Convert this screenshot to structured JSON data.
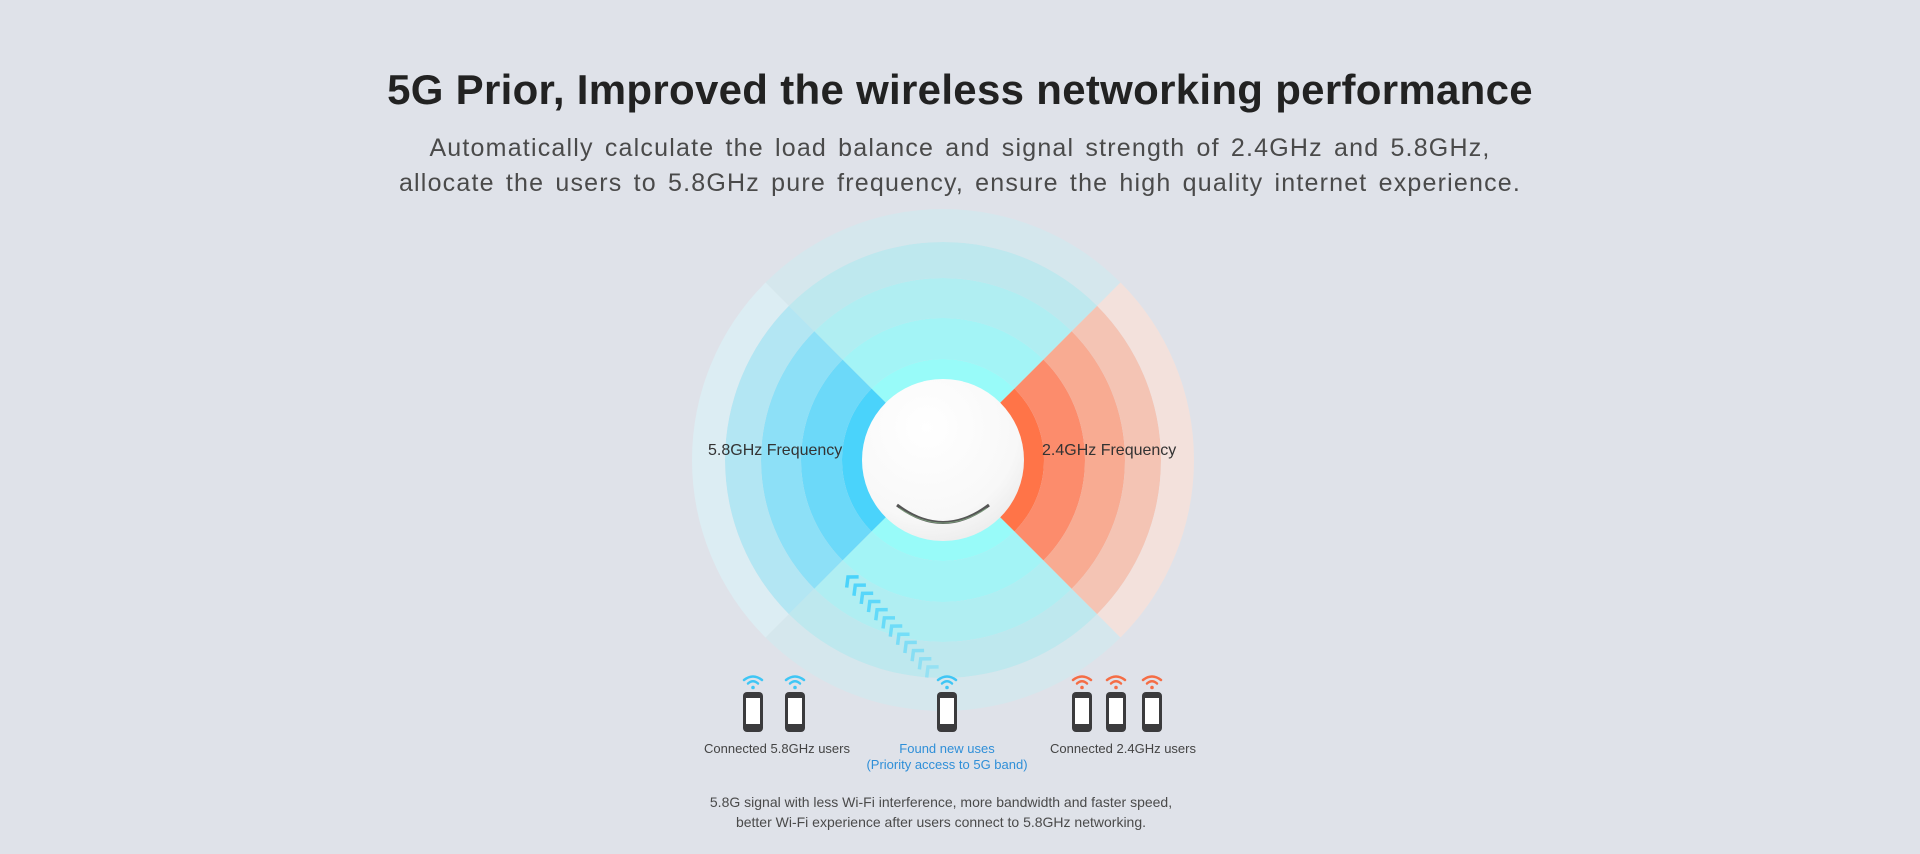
{
  "header": {
    "title": "5G Prior, Improved the wireless networking performance",
    "subtitle_lines": [
      "Automatically calculate the load balance and signal strength of 2.4GHz and 5.8GHz,",
      "allocate the users to 5.8GHz pure frequency, ensure the high quality internet experience."
    ]
  },
  "diagram": {
    "left_label": "5.8GHz Frequency",
    "right_label": "2.4GHz Frequency",
    "colors": {
      "blue_bands": [
        "#4ad3fb",
        "#6cd9f9",
        "#8de0f7",
        "#b3e6f3",
        "#dcedf3"
      ],
      "cyan_bands": [
        "#98fbf9",
        "#a3f4f6",
        "#b0eef2",
        "#bee8ee",
        "#d5e7ed"
      ],
      "orange_bands": [
        "#ff7448",
        "#fc8c6c",
        "#f8ab92",
        "#f4c4b4",
        "#f3e1dc"
      ],
      "wifi_blue": "#3fc6f5",
      "wifi_orange": "#f56d45",
      "arrow": "#4ad3fb"
    }
  },
  "groups": {
    "connected_5g": "Connected 5.8GHz users",
    "new_user_line1": "Found new uses",
    "new_user_line2": "(Priority access to 5G band)",
    "connected_24g": "Connected 2.4GHz users"
  },
  "footer": {
    "lines": [
      "5.8G signal with less Wi-Fi interference, more bandwidth and faster speed,",
      "better Wi-Fi experience after users connect to 5.8GHz networking."
    ]
  }
}
